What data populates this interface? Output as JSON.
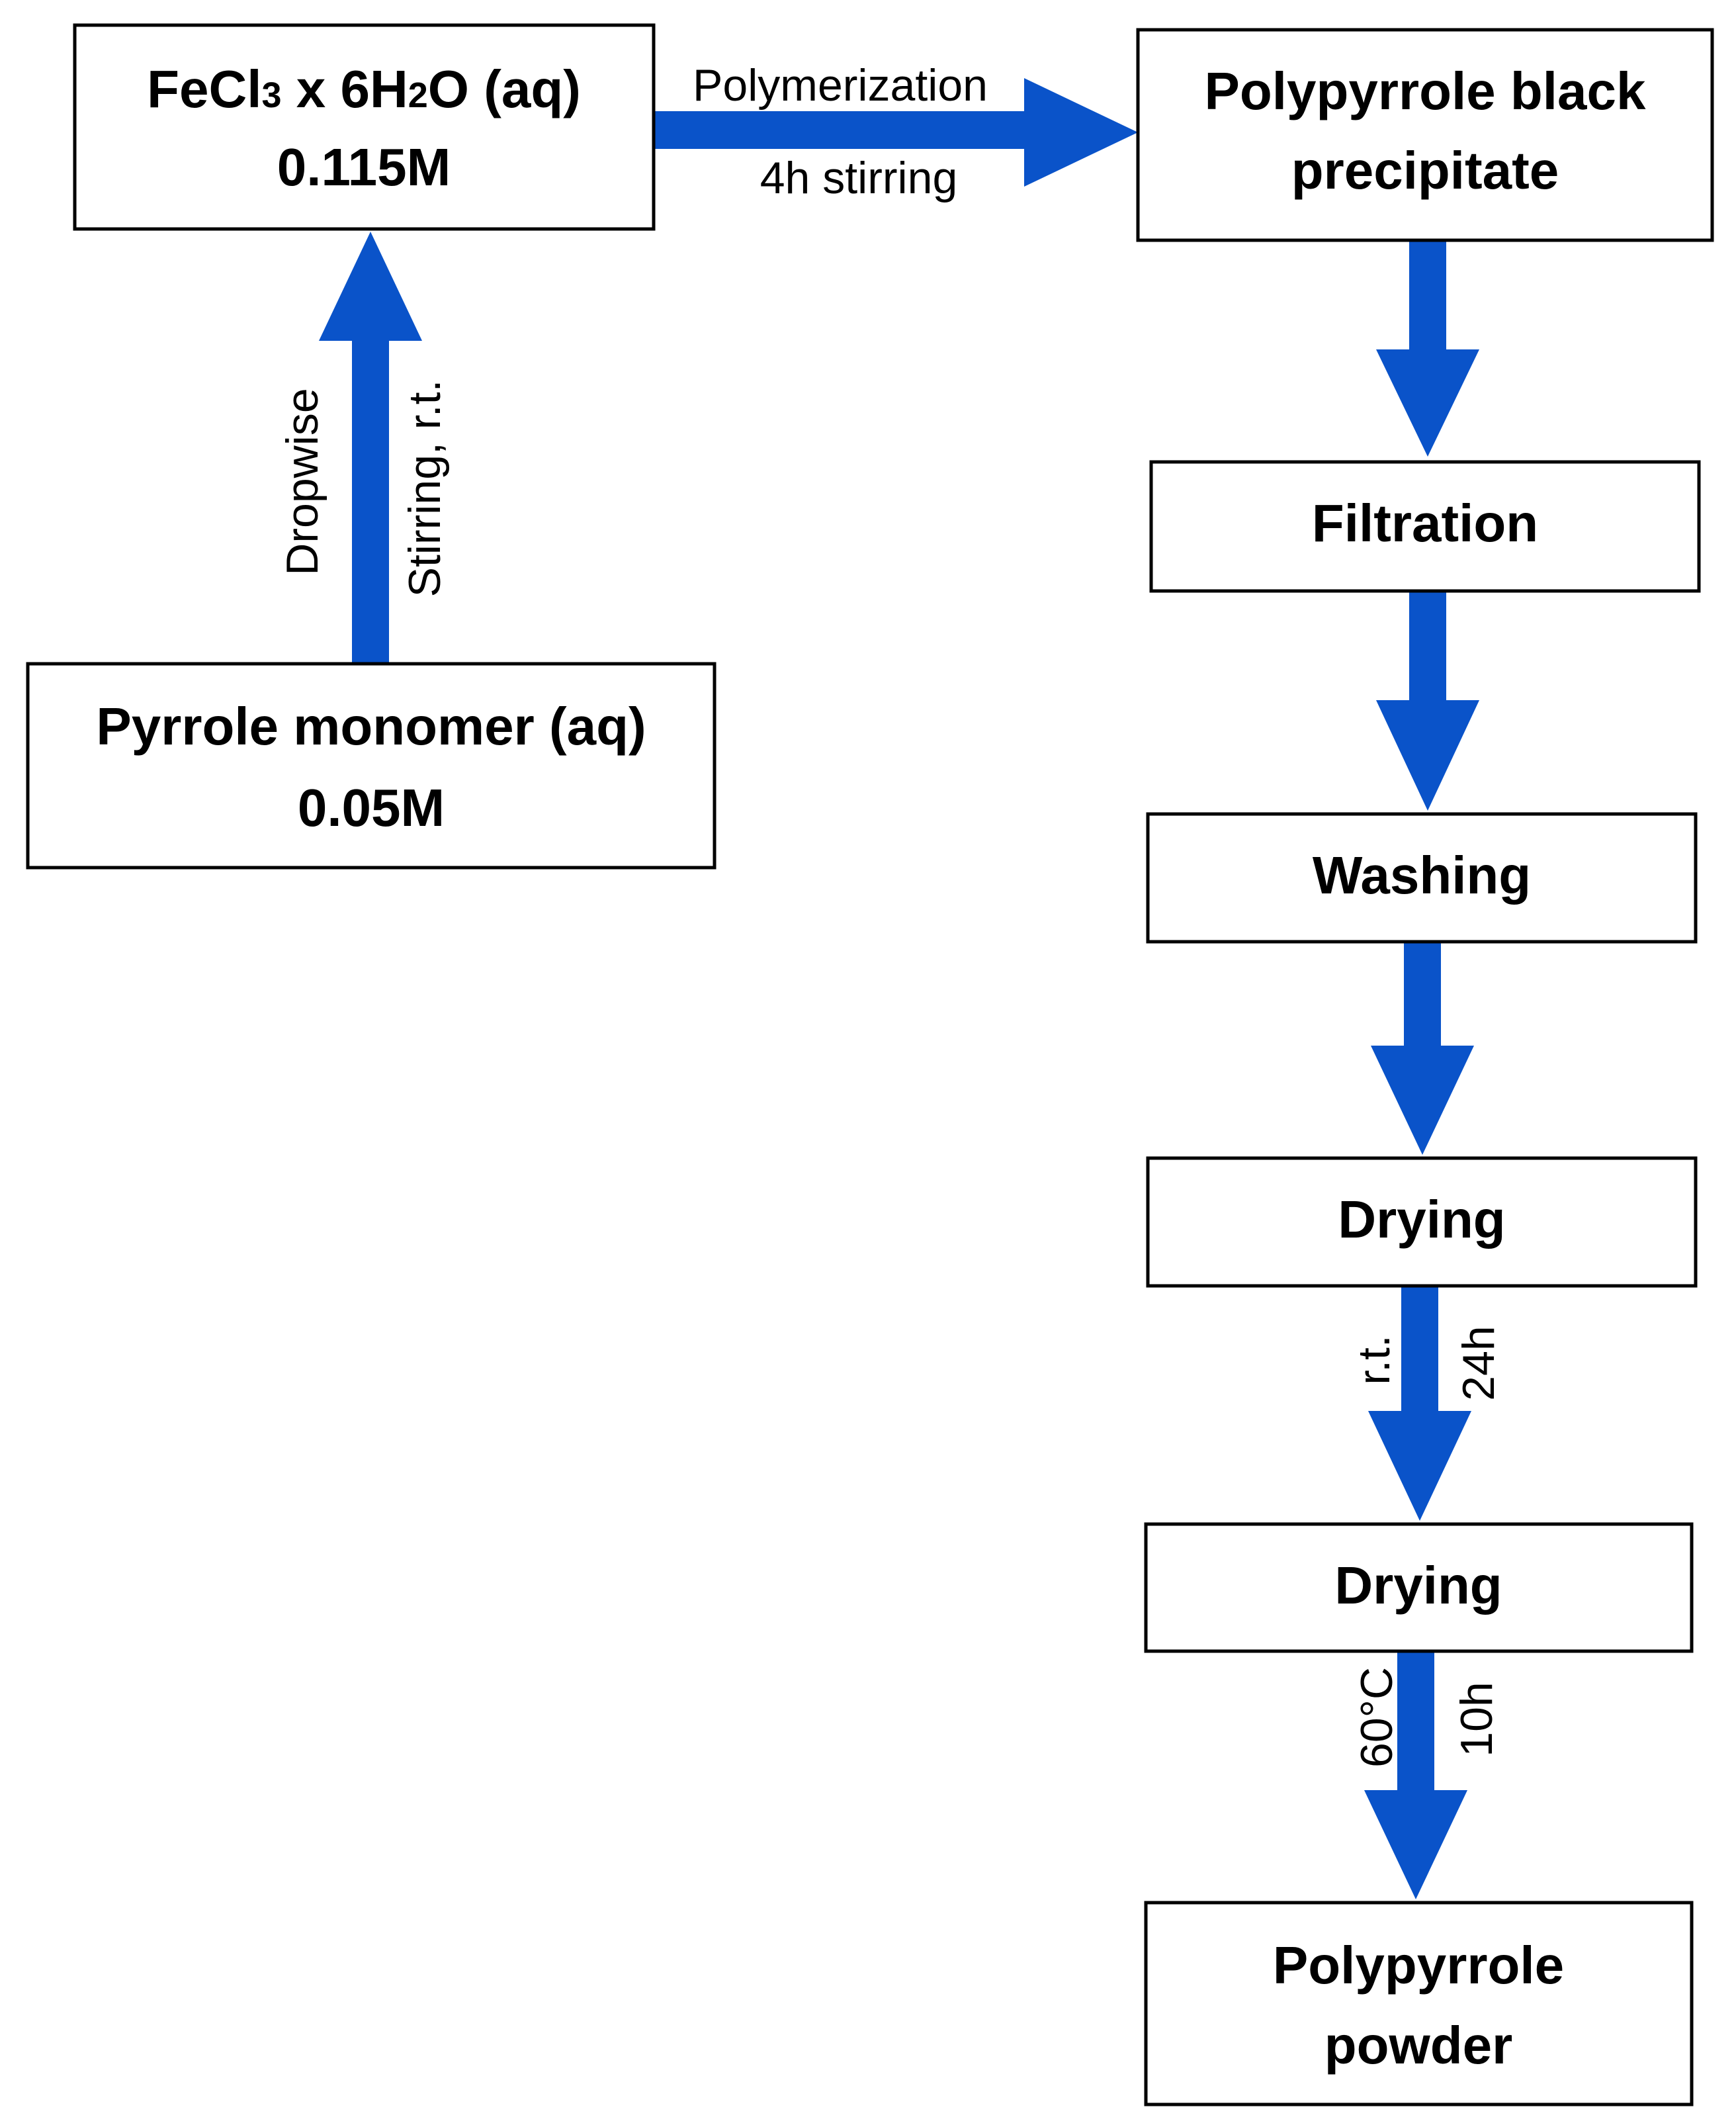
{
  "colors": {
    "arrow": "#0a53c9",
    "box_border": "#000000",
    "background": "#ffffff"
  },
  "nodes": {
    "fecl3": {
      "line1_pre": "FeCl",
      "line1_sub1": "3",
      "line1_mid": " x 6H",
      "line1_sub2": "2",
      "line1_post": "O (aq)",
      "line2": "0.115M"
    },
    "pyrrole": {
      "line1": "Pyrrole monomer (aq)",
      "line2": "0.05M"
    },
    "precipitate": {
      "line1": "Polypyrrole black",
      "line2": "precipitate"
    },
    "filtration": {
      "label": "Filtration"
    },
    "washing": {
      "label": "Washing"
    },
    "drying1": {
      "label": "Drying"
    },
    "drying2": {
      "label": "Drying"
    },
    "powder": {
      "line1": "Polypyrrole",
      "line2": "powder"
    }
  },
  "edges": {
    "pyrrole_to_fecl3": {
      "left": "Dropwise",
      "right": "Stirring, r.t."
    },
    "fecl3_to_precipitate": {
      "above": "Polymerization",
      "below": "4h stirring"
    },
    "drying1_to_drying2": {
      "left": "r.t.",
      "right": "24h"
    },
    "drying2_to_powder": {
      "left": "60°C",
      "right": "10h"
    }
  }
}
